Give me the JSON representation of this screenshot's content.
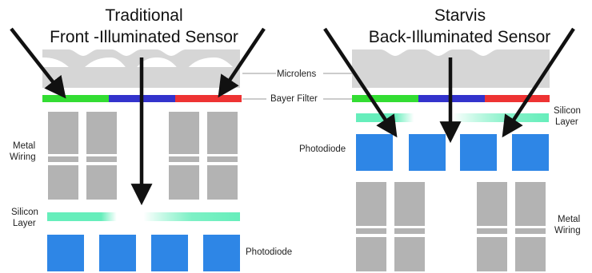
{
  "left_panel": {
    "title_line1": "Traditional",
    "title_line2": "Front -Illuminated Sensor",
    "labels": {
      "metal_wiring_1": "Metal",
      "metal_wiring_2": "Wiring",
      "silicon_layer_1": "Silicon",
      "silicon_layer_2": "Layer",
      "photodiode": "Photodiode"
    }
  },
  "right_panel": {
    "title_line1": "Starvis",
    "title_line2": "Back-Illuminated Sensor",
    "labels": {
      "silicon_layer_1": "Silicon",
      "silicon_layer_2": "Layer",
      "photodiode": "Photodiode",
      "metal_wiring_1": "Metal",
      "metal_wiring_2": "Wiring"
    }
  },
  "center_labels": {
    "microlens": "Microlens",
    "bayer_filter": "Bayer Filter"
  },
  "colors": {
    "filter_green": "#33dd33",
    "filter_blue": "#3333cc",
    "filter_red": "#ee3333",
    "photodiode": "#2e86e6",
    "wiring": "#b3b3b3",
    "microlens": "#d6d6d6",
    "silicon": "#66eebb",
    "arrow": "#111111"
  }
}
